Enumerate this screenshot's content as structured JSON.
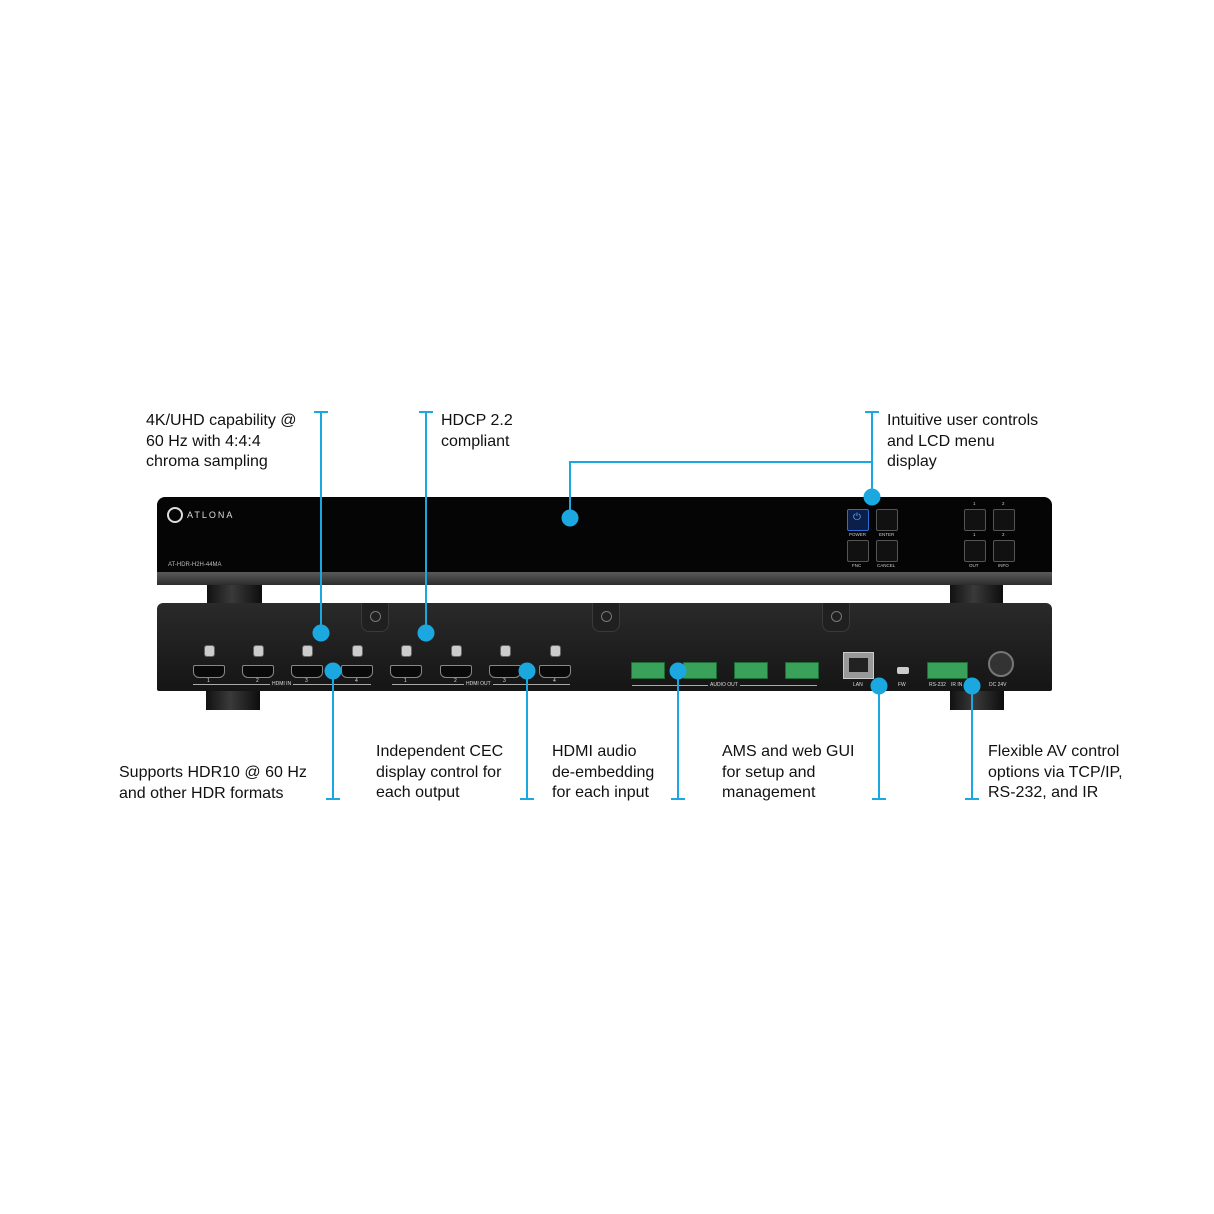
{
  "brand": {
    "logo_text": "ATLONA",
    "model": "AT-HDR-H2H-44MA"
  },
  "front_buttons": {
    "power": "POWER",
    "enter": "ENTER",
    "fnc": "FNC",
    "cancel": "CANCEL",
    "b1": "1",
    "b2": "2",
    "b3": "1",
    "b4": "2",
    "b5": "OUT",
    "b6": "INFO"
  },
  "rear_labels": {
    "hdmi_in": "HDMI IN",
    "hdmi_out": "HDMI OUT",
    "audio_out": "AUDIO OUT",
    "lan": "LAN",
    "fw": "FW",
    "rs232": "RS-232",
    "ir_in": "IR IN",
    "dc": "DC 24V",
    "port_numbers": [
      "1",
      "2",
      "3",
      "4"
    ]
  },
  "accent_color": "#1ba8e0",
  "callouts": {
    "uhd": "4K/UHD capability @\n60 Hz with 4:4:4\nchroma sampling",
    "hdcp": "HDCP 2.2\ncompliant",
    "controls": "Intuitive user controls\nand LCD menu\ndisplay",
    "hdr": "Supports HDR10 @ 60 Hz\nand other HDR formats",
    "cec": "Independent CEC\ndisplay control for\neach output",
    "audio": "HDMI audio\nde-embedding\nfor each input",
    "ams": "AMS and web GUI\nfor setup and\nmanagement",
    "control": "Flexible AV control\noptions via TCP/IP,\nRS-232, and IR"
  }
}
